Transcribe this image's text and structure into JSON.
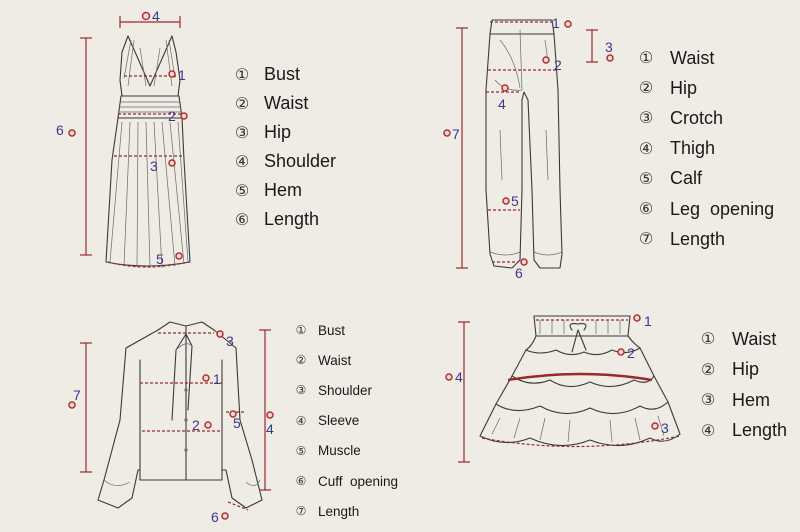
{
  "colors": {
    "background": "#efebe5",
    "garment_line": "#3a3a3a",
    "measure_line": "#9a2a2a",
    "marker": "#b03030",
    "number_text": "#3a3a8a"
  },
  "dress": {
    "legend": [
      {
        "num": "①",
        "label": "Bust"
      },
      {
        "num": "②",
        "label": "Waist"
      },
      {
        "num": "③",
        "label": "Hip"
      },
      {
        "num": "④",
        "label": "Shoulder"
      },
      {
        "num": "⑤",
        "label": "Hem"
      },
      {
        "num": "⑥",
        "label": "Length"
      }
    ],
    "markers": {
      "shoulder": "4",
      "bust": "1",
      "waist": "2",
      "hip": "3",
      "hem": "5",
      "length": "6"
    }
  },
  "pants": {
    "legend": [
      {
        "num": "①",
        "label": "Waist"
      },
      {
        "num": "②",
        "label": "Hip"
      },
      {
        "num": "③",
        "label": "Crotch"
      },
      {
        "num": "④",
        "label": "Thigh"
      },
      {
        "num": "⑤",
        "label": "Calf"
      },
      {
        "num": "⑥",
        "label": "Leg  opening"
      },
      {
        "num": "⑦",
        "label": "Length"
      }
    ],
    "markers": {
      "waist": "1",
      "hip": "2",
      "crotch": "3",
      "thigh": "4",
      "calf": "5",
      "leg_opening": "6",
      "length": "7"
    }
  },
  "jacket": {
    "legend": [
      {
        "num": "①",
        "label": "Bust"
      },
      {
        "num": "②",
        "label": "Waist"
      },
      {
        "num": "③",
        "label": "Shoulder"
      },
      {
        "num": "④",
        "label": "Sleeve"
      },
      {
        "num": "⑤",
        "label": "Muscle"
      },
      {
        "num": "⑥",
        "label": "Cuff  opening"
      },
      {
        "num": "⑦",
        "label": "Length"
      }
    ],
    "markers": {
      "bust": "1",
      "waist": "2",
      "shoulder": "3",
      "sleeve": "4",
      "muscle": "5",
      "cuff_opening": "6",
      "length": "7"
    }
  },
  "skirt": {
    "legend": [
      {
        "num": "①",
        "label": "Waist"
      },
      {
        "num": "②",
        "label": "Hip"
      },
      {
        "num": "③",
        "label": "Hem"
      },
      {
        "num": "④",
        "label": "Length"
      }
    ],
    "markers": {
      "waist": "1",
      "hip": "2",
      "hem": "3",
      "length": "4"
    }
  }
}
